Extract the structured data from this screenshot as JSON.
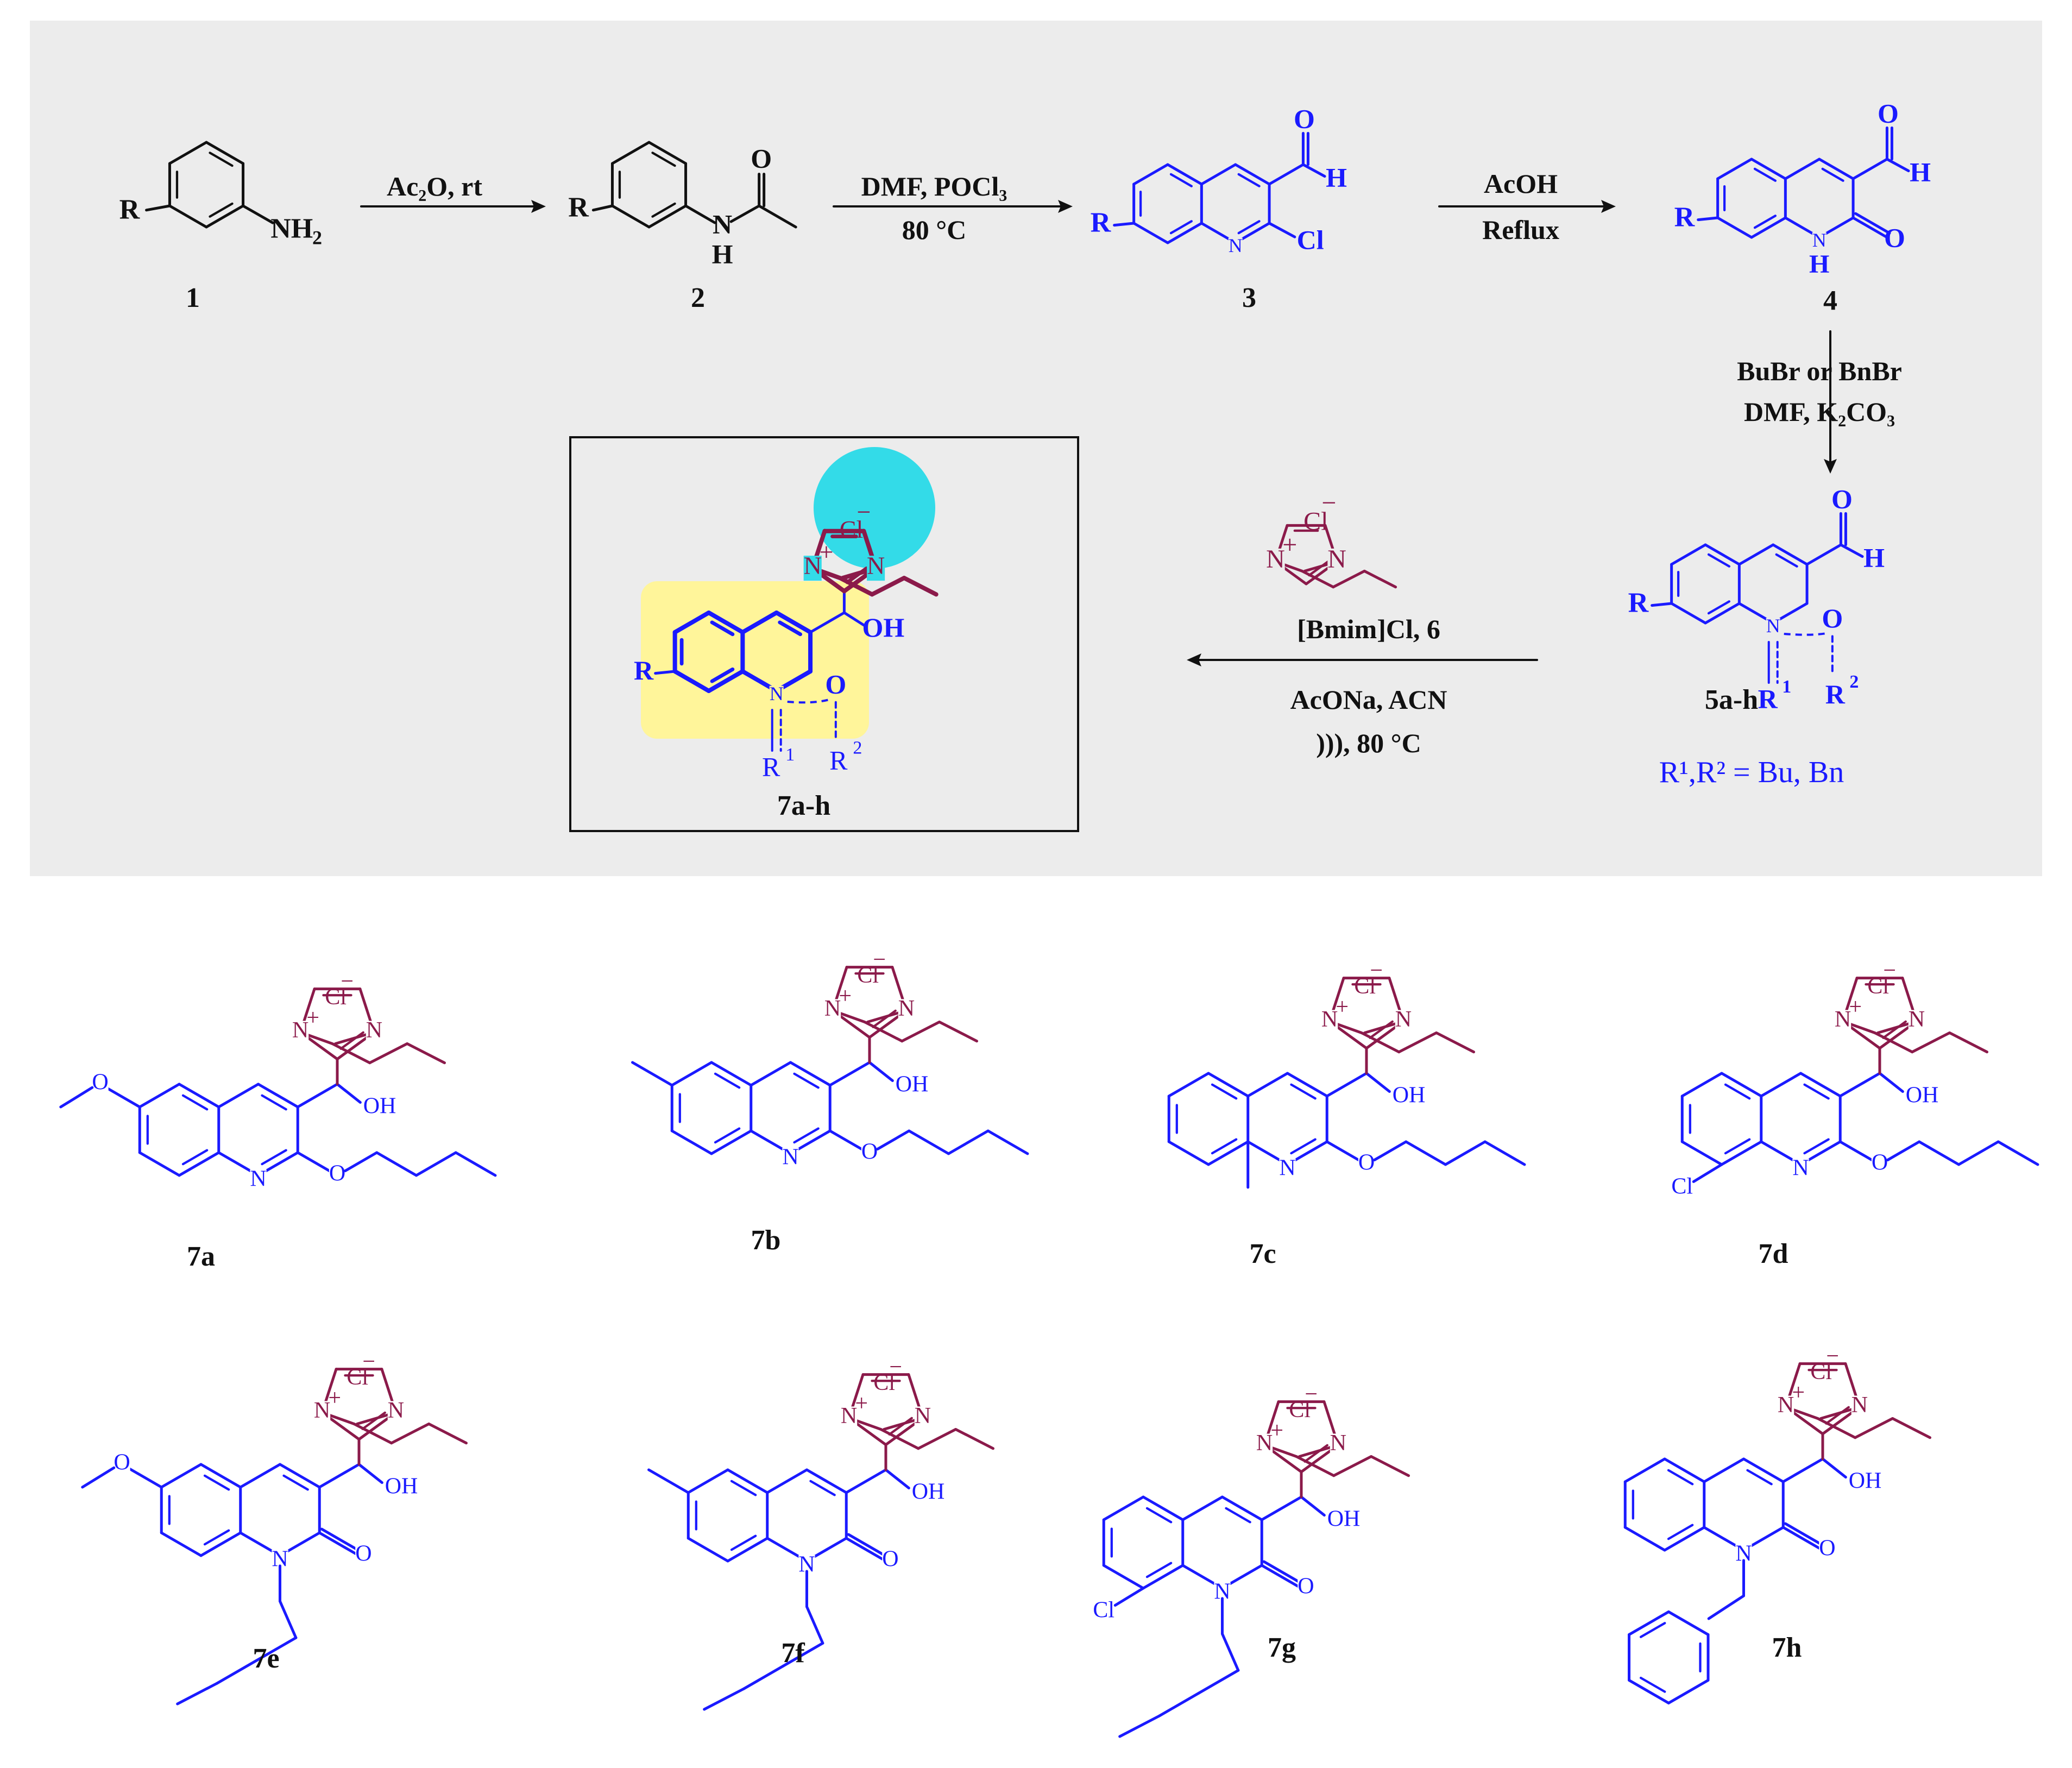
{
  "scheme": {
    "colors": {
      "background": "#ececec",
      "black": "#111111",
      "blue": "#1a1aff",
      "maroon": "#8b1a4a",
      "cyan_highlight": "#33dbe8",
      "yellow_highlight": "#fff59a"
    },
    "compound_labels": {
      "c1": "1",
      "c2": "2",
      "c3": "3",
      "c4": "4",
      "c5": "5a-h",
      "c7box": "7a-h"
    },
    "atoms": {
      "R": "R",
      "NH2": "NH",
      "NH2_sub": "2",
      "N": "N",
      "H": "H",
      "O": "O",
      "Cl": "Cl",
      "OH": "OH",
      "Cl_minus": "Cl",
      "plus": "+",
      "minus": "−",
      "R1": "R",
      "sup1": "1",
      "R2": "R",
      "sup2": "2"
    },
    "conditions": {
      "step1": "Ac₂O, rt",
      "step2_a": "DMF, POCl₃",
      "step2_b": "80 °C",
      "step3_a": "AcOH",
      "step3_b": "Reflux",
      "step4_a": "BuBr or BnBr",
      "step4_b": "DMF, K₂CO₃",
      "step5_a": "[Bmim]Cl, 6",
      "step5_b": "AcONa, ACN",
      "step5_c": "))), 80 °C"
    },
    "r_definition": "R¹,R² = Bu, Bn",
    "products": [
      {
        "id": "7a",
        "label": "7a",
        "substituent": "6-OMe",
        "type": "O-butyl"
      },
      {
        "id": "7b",
        "label": "7b",
        "substituent": "6-Me",
        "type": "O-butyl"
      },
      {
        "id": "7c",
        "label": "7c",
        "substituent": "8-Me",
        "type": "O-butyl"
      },
      {
        "id": "7d",
        "label": "7d",
        "substituent": "7-Cl",
        "type": "O-butyl"
      },
      {
        "id": "7e",
        "label": "7e",
        "substituent": "6-OMe",
        "type": "N-butyl"
      },
      {
        "id": "7f",
        "label": "7f",
        "substituent": "6-Me",
        "type": "N-butyl"
      },
      {
        "id": "7g",
        "label": "7g",
        "substituent": "7-Cl",
        "type": "N-butyl"
      },
      {
        "id": "7h",
        "label": "7h",
        "substituent": "H",
        "type": "N-benzyl"
      }
    ]
  }
}
